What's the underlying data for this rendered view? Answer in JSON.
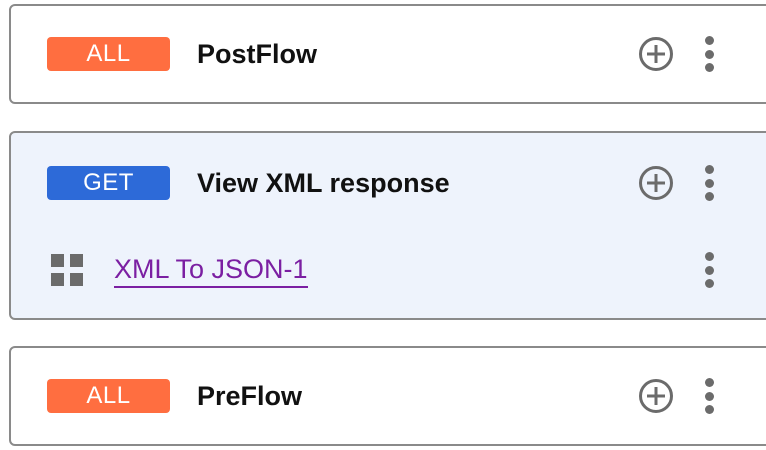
{
  "colors": {
    "method_all": "#ff6e40",
    "method_get": "#2d6ad8",
    "selected_bg": "#eef3fc",
    "link": "#7b1fa2",
    "icon": "#6b6b6b"
  },
  "flows": [
    {
      "method": "ALL",
      "name": "PostFlow"
    },
    {
      "method": "GET",
      "name": "View XML response",
      "policies": [
        {
          "name": "XML To JSON-1",
          "icon": "policy-grid-icon"
        }
      ]
    },
    {
      "method": "ALL",
      "name": "PreFlow"
    }
  ]
}
